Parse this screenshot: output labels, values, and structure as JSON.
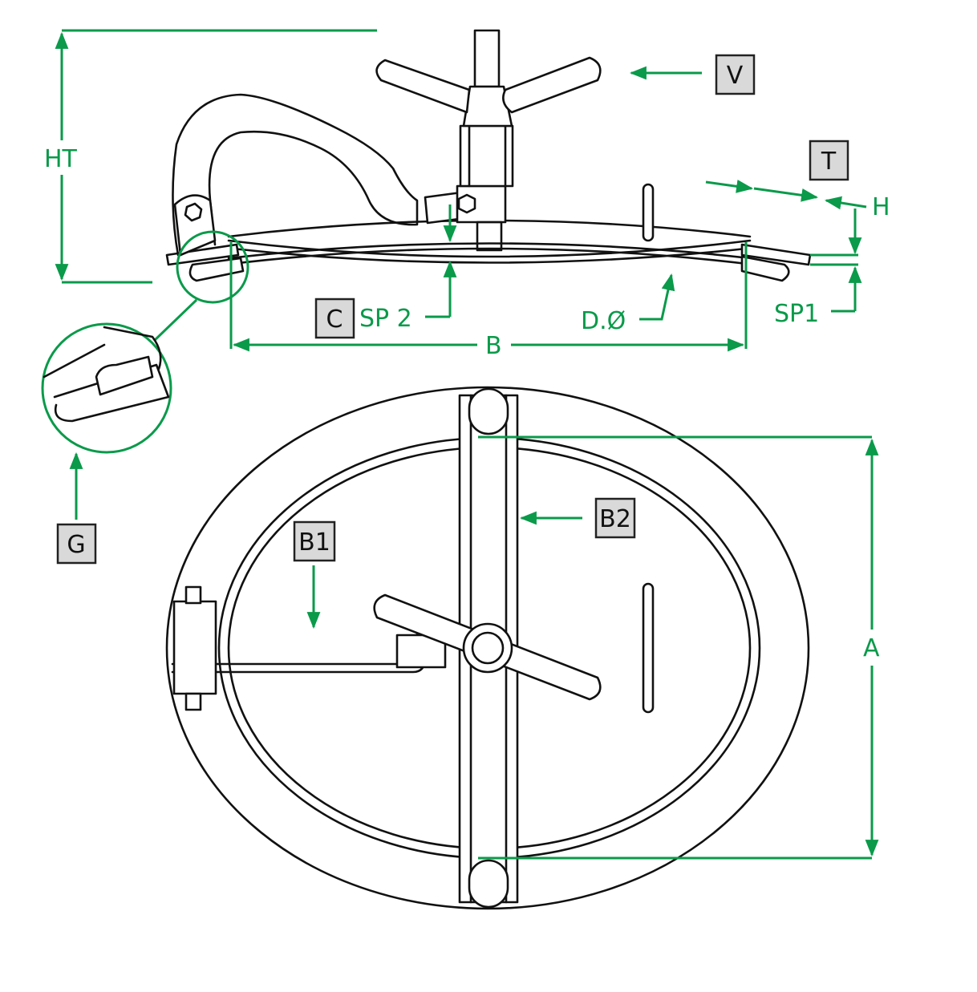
{
  "colors": {
    "dimension": "#0a9a4a",
    "label_box": "#d9d9d9",
    "line": "#111111"
  },
  "labels": {
    "V": "V",
    "T": "T",
    "C": "C",
    "G": "G",
    "B1": "B1",
    "B2": "B2"
  },
  "dimensions": {
    "HT": "HT",
    "H": "H",
    "SP1": "SP1",
    "SP2": "SP 2",
    "D": "D.Ø",
    "B": "B",
    "A": "A"
  }
}
